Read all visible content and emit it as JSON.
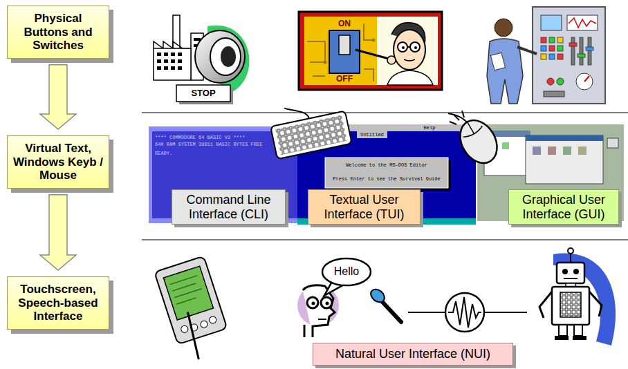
{
  "diagram": {
    "nodes": [
      {
        "text": [
          "Physical Buttons and Switches"
        ]
      },
      {
        "text": [
          "Virtual Text, Windows Keyb / Mouse"
        ]
      },
      {
        "text": [
          "Command Line Interface (CLI)"
        ]
      },
      {
        "text": [
          "Textual User Interface (TUI)"
        ]
      },
      {
        "text": [
          "Graphical User Interface (GUI)"
        ]
      },
      {
        "text": [
          "Touchscreen, Speech-based Interface"
        ]
      },
      {
        "text": [
          "Hello"
        ]
      },
      {
        "text": [
          "Natural User Interface (NUI)"
        ]
      }
    ],
    "edges": [
      {
        "from": 0,
        "to": 1,
        "arrow": "to"
      },
      {
        "from": 1,
        "to": 5,
        "arrow": "to"
      }
    ],
    "labels": [
      "STOP",
      "ON",
      "OFF",
      "**** COMMODORE 64 BASIC V2 ****",
      "64K RAM SYSTEM 38911 BASIC BYTES FREE",
      "READY.",
      "Untitled",
      "Help",
      "Welcome to the MS-DOS Editor",
      "Press Enter to see the Survival Guide"
    ]
  }
}
